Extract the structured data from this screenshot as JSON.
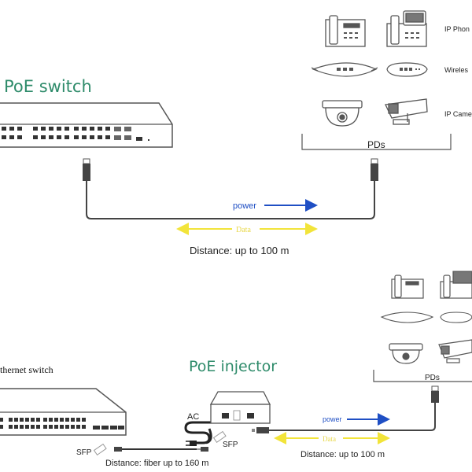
{
  "top": {
    "title": "PoE switch",
    "pd_label": "PDs",
    "pd_categories": [
      "IP Phon",
      "Wireles",
      "IP Came"
    ],
    "power_label": "power",
    "data_label": "Data",
    "distance_label": "Distance: up to 100 m"
  },
  "bottom": {
    "switch_label": "thernet switch",
    "injector_title": "PoE injector",
    "ac_label": "AC",
    "sfp_left_label": "SFP",
    "sfp_right_label": "SFP",
    "fiber_distance_label": "Distance: fiber up to 160 m",
    "pd_label": "PDs",
    "power_label": "power",
    "data_label": "Data",
    "distance_label": "Distance: up to 100 m"
  },
  "colors": {
    "title_green": "#2e8b6a",
    "power_blue": "#1f4fc4",
    "data_yellow": "#f2e43a",
    "outline": "#444444"
  }
}
